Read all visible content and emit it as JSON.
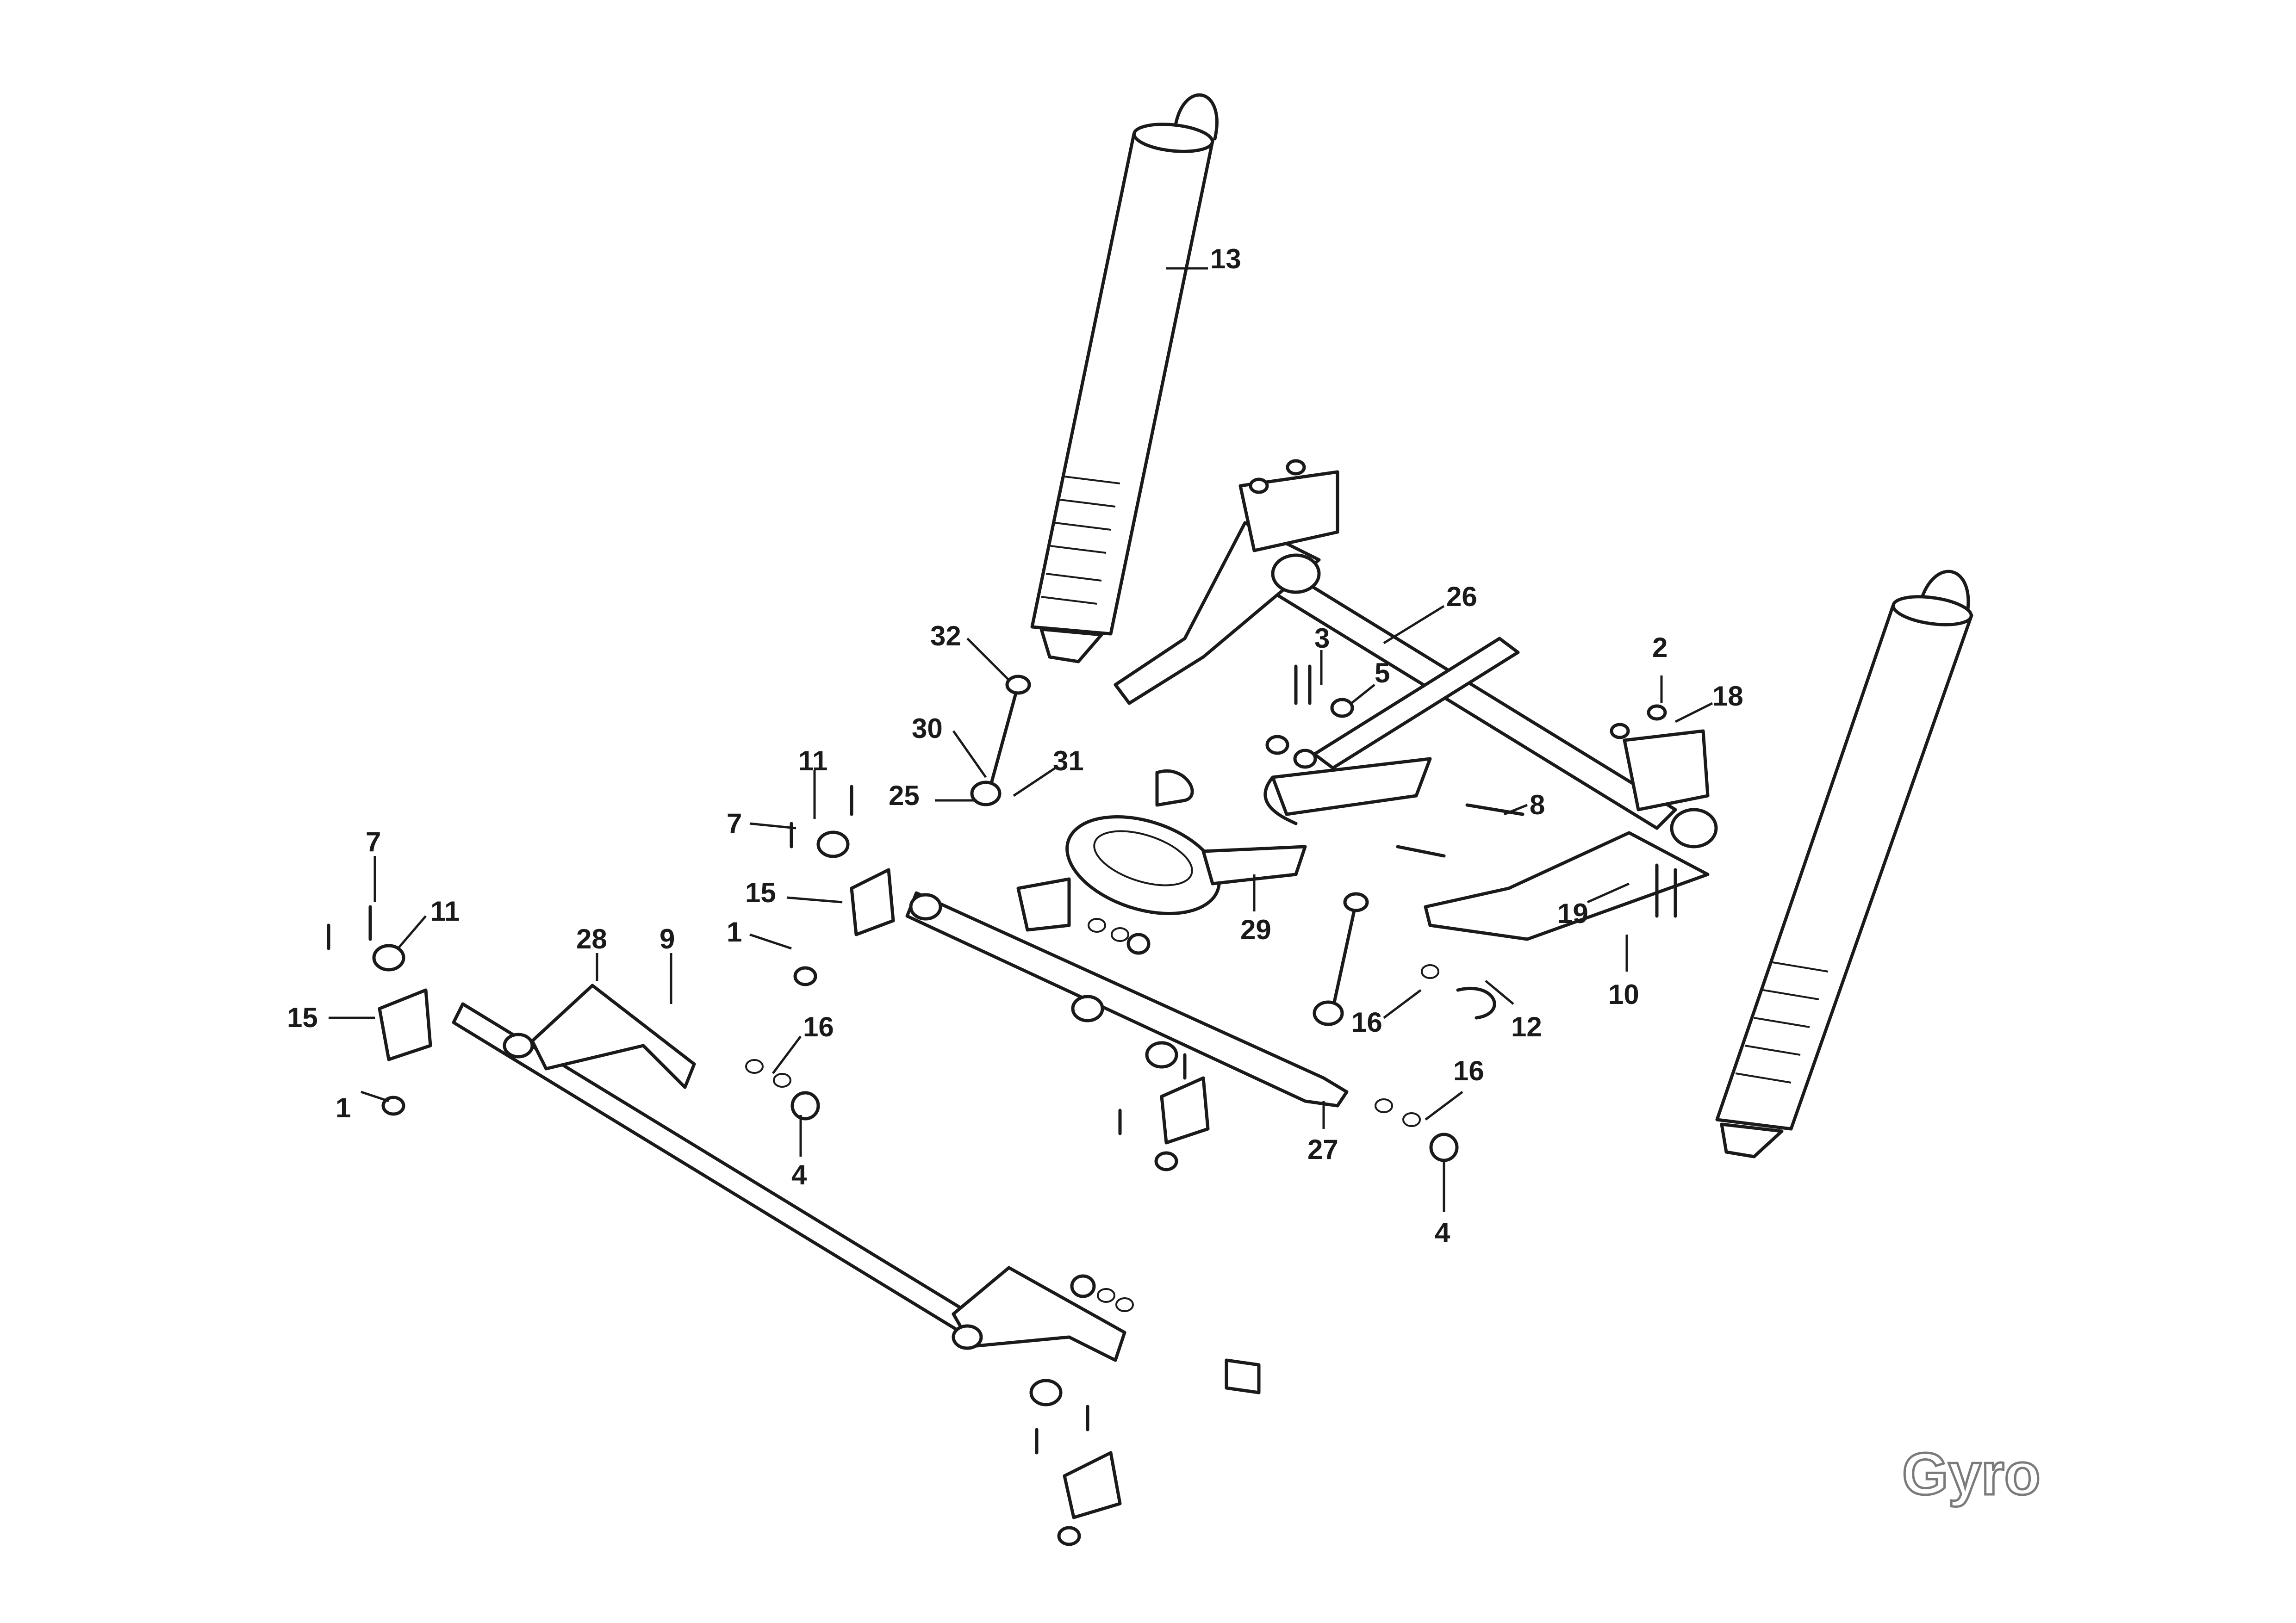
{
  "brand": "Gyro",
  "callouts": {
    "c1a": "1",
    "c1b": "1",
    "c2": "2",
    "c3": "3",
    "c4a": "4",
    "c4b": "4",
    "c5": "5",
    "c7a": "7",
    "c7b": "7",
    "c8": "8",
    "c9": "9",
    "c10": "10",
    "c11a": "11",
    "c11b": "11",
    "c12": "12",
    "c13": "13",
    "c15a": "15",
    "c15b": "15",
    "c16a": "16",
    "c16b": "16",
    "c16c": "16",
    "c18": "18",
    "c19": "19",
    "c25": "25",
    "c26": "26",
    "c27": "27",
    "c28": "28",
    "c29": "29",
    "c30": "30",
    "c31": "31",
    "c32": "32"
  }
}
